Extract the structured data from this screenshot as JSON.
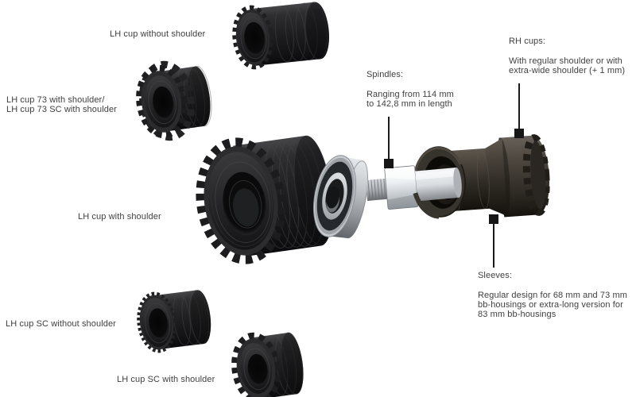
{
  "labels": {
    "lh_cup_without_shoulder": "LH cup without shoulder",
    "lh_cup_73_line1": "LH cup 73 with shoulder/",
    "lh_cup_73_line2": "LH cup 73 SC with shoulder",
    "lh_cup_with_shoulder": "LH cup with shoulder",
    "lh_cup_sc_without_shoulder": "LH cup SC without shoulder",
    "lh_cup_sc_with_shoulder": "LH cup SC with shoulder"
  },
  "callouts": {
    "spindles": {
      "title": "Spindles:",
      "lines": [
        "Ranging from 114 mm",
        "to 142,8 mm in length"
      ]
    },
    "rh_cups": {
      "title": "RH cups:",
      "lines": [
        "With regular shoulder or with",
        "extra-wide shoulder (+ 1 mm)"
      ]
    },
    "sleeves": {
      "title": "Sleeves:",
      "lines": [
        "Regular design for 68 mm and 73 mm",
        "bb-housings or extra-long version for",
        "83 mm bb-housings"
      ]
    }
  },
  "colors": {
    "background": "#ffffff",
    "text": "#3f3f3f",
    "pointer_marker": "#161616",
    "cup_black": "#1e1e20",
    "sleeve_gray": "#46413a",
    "spindle_chrome": "#e8ecef"
  }
}
